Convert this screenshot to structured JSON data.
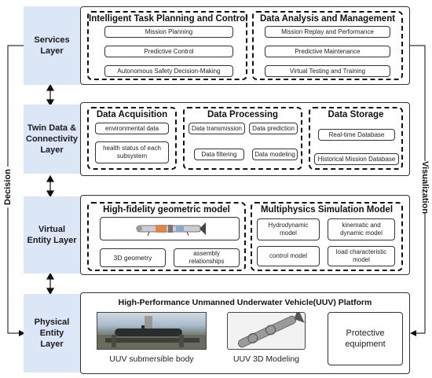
{
  "layers": {
    "services": "Services Layer",
    "twin": "Twin Data & Connectivity Layer",
    "virtual": "Virtual Entity Layer",
    "physical": "Physical Entity Layer"
  },
  "side": {
    "left": "Decision",
    "right": "Visualization"
  },
  "services": {
    "planning": {
      "title": "Intelligent Task Planning and Control",
      "items": [
        "Mission Planning",
        "Predictive Control",
        "Autonomous Safety Decision-Making"
      ]
    },
    "analysis": {
      "title": "Data Analysis and Management",
      "items": [
        "Mission Replay and Performance",
        "Predictive Maintenance",
        "Virtual Testing and Training"
      ]
    }
  },
  "twin": {
    "acquisition": {
      "title": "Data Acquisition",
      "items": [
        "environmental data",
        "health status of each subsystem"
      ]
    },
    "processing": {
      "title": "Data Processing",
      "items": [
        "Data transmission",
        "Data prediction",
        "Data filtering",
        "Data modeling"
      ]
    },
    "storage": {
      "title": "Data Storage",
      "items": [
        "Real-time Database",
        "Historical Mission Database"
      ]
    }
  },
  "virtual": {
    "geometric": {
      "title": "High-fidelity geometric model",
      "items": [
        "3D geometry",
        "assembly relationships"
      ]
    },
    "multiphysics": {
      "title": "Multiphysics Simulation Model",
      "items": [
        "Hydrodynamic model",
        "kinematic and dynamic model",
        "control model",
        "load characteristic model"
      ]
    }
  },
  "physical": {
    "title": "High-Performance Unmanned Underwater Vehicle(UUV) Platform",
    "items": [
      "UUV submersible body",
      "UUV 3D Modeling",
      "Protective equipment"
    ]
  },
  "colors": {
    "layer_bg": "#dbe6f6",
    "border": "#333333"
  }
}
